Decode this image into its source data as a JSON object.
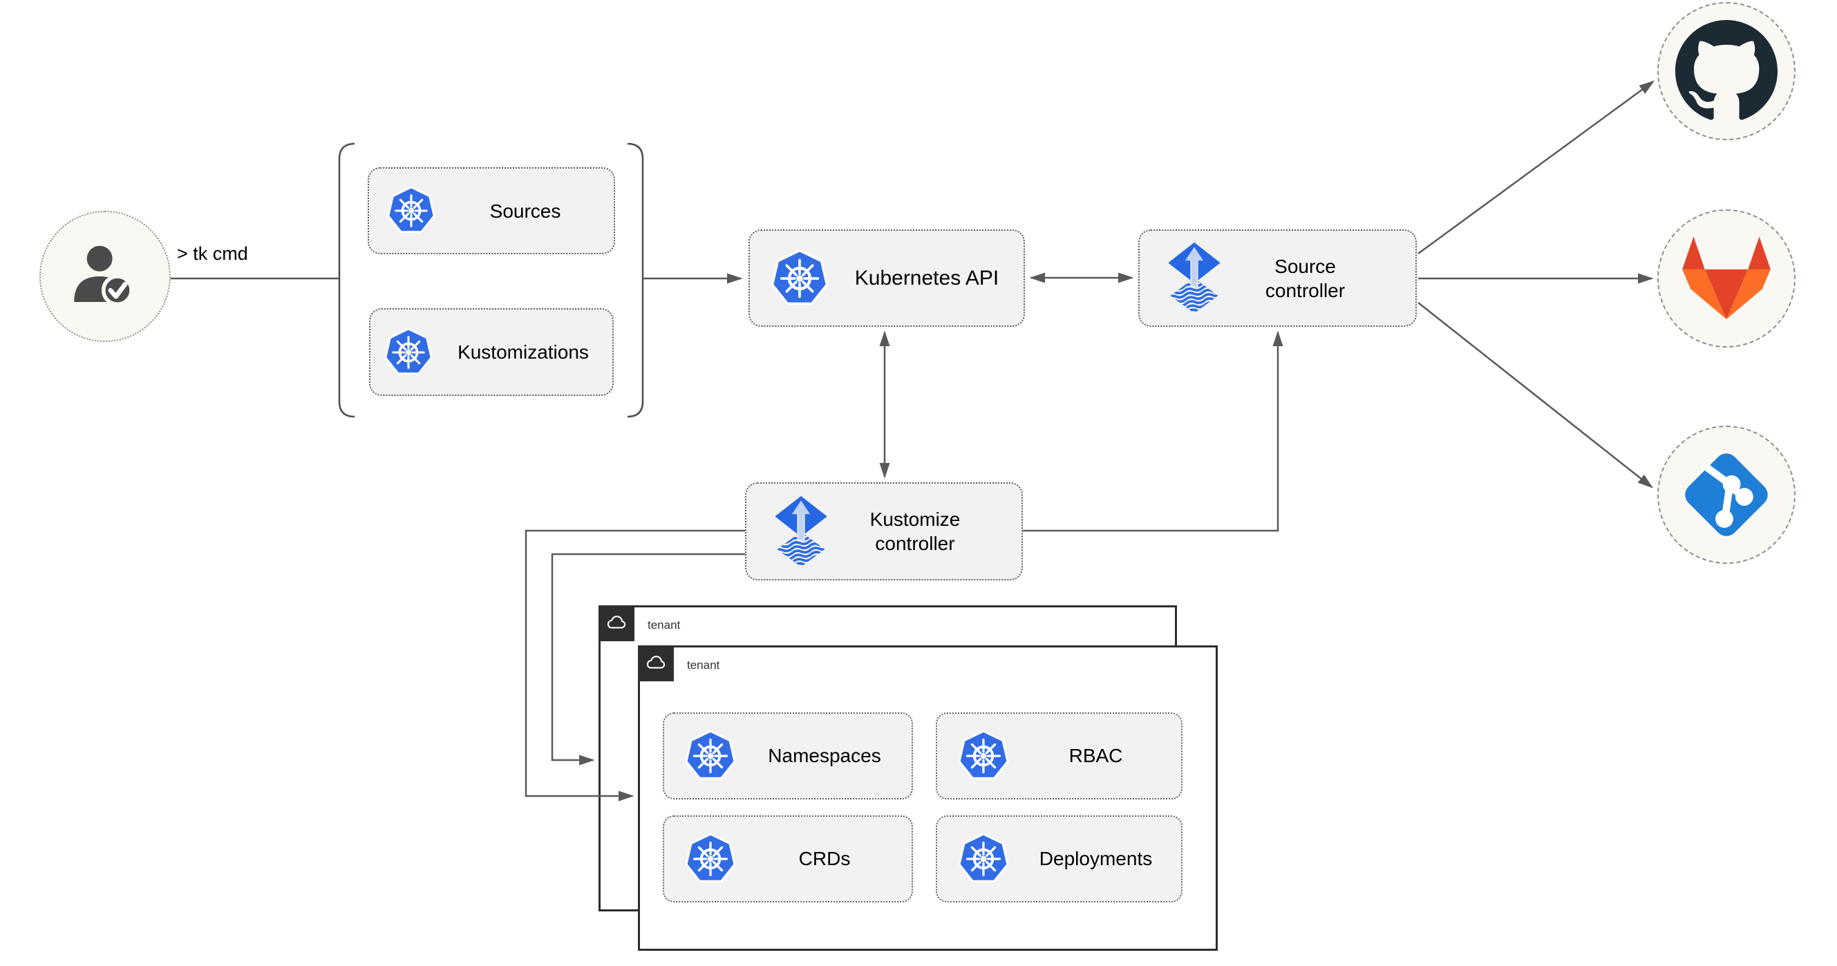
{
  "colors": {
    "kubernetes_blue": "#326ce5",
    "flux_blue": "#2668e3",
    "flux_arrow_light": "#c3d2f3",
    "github_dark": "#1b2a33",
    "gitlab_red": "#e24329",
    "gitlab_orange": "#fc6d26",
    "git_blue": "#1f7fd6",
    "connector_gray": "#595959",
    "node_fill": "#f2f2f2",
    "circle_fill": "#faf8f3",
    "tenant_header_dark": "#2e2e2e"
  },
  "diagram": {
    "user": {
      "icon": "person-check-icon",
      "command_label": "> tk cmd"
    },
    "resource_group": {
      "sources": {
        "label": "Sources",
        "icon": "kubernetes-icon"
      },
      "kustomizations": {
        "label": "Kustomizations",
        "icon": "kubernetes-icon"
      }
    },
    "kubernetes_api": {
      "label": "Kubernetes API",
      "icon": "kubernetes-icon"
    },
    "source_controller": {
      "label": "Source controller",
      "icon": "flux-icon"
    },
    "kustomize_controller": {
      "label": "Kustomize controller",
      "icon": "flux-icon"
    },
    "git_providers": [
      {
        "name": "GitHub",
        "icon": "github-icon"
      },
      {
        "name": "GitLab",
        "icon": "gitlab-icon"
      },
      {
        "name": "Git",
        "icon": "git-icon"
      }
    ],
    "tenants": {
      "back": {
        "label": "tenant",
        "icon": "cloud-icon"
      },
      "front": {
        "label": "tenant",
        "icon": "cloud-icon",
        "resources": [
          {
            "label": "Namespaces",
            "icon": "kubernetes-icon"
          },
          {
            "label": "RBAC",
            "icon": "kubernetes-icon"
          },
          {
            "label": "CRDs",
            "icon": "kubernetes-icon"
          },
          {
            "label": "Deployments",
            "icon": "kubernetes-icon"
          }
        ]
      }
    }
  }
}
